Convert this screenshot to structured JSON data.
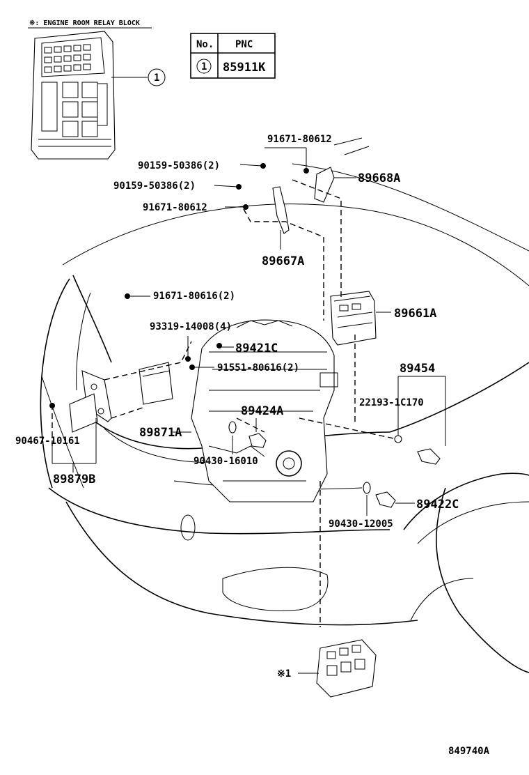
{
  "header_note": "※: ENGINE ROOM RELAY BLOCK",
  "table": {
    "col_no": "No.",
    "col_pnc": "PNC",
    "row_no": "1",
    "row_pnc": "85911K"
  },
  "callouts": {
    "relay_block_ref": "1",
    "relay_block_star": "※1",
    "p91671_80612_top": "91671-80612",
    "p90159_50386_a": "90159-50386(2)",
    "p90159_50386_b": "90159-50386(2)",
    "p91671_80612_left": "91671-80612",
    "p89668A": "89668A",
    "p89667A": "89667A",
    "p91671_80616": "91671-80616(2)",
    "p89661A": "89661A",
    "p93319_14008": "93319-14008(4)",
    "p89421C": "89421C",
    "p91551_80616": "91551-80616(2)",
    "p89454": "89454",
    "p22193_1C170": "22193-1C170",
    "p89424A": "89424A",
    "p89871A": "89871A",
    "p90467_10161": "90467-10161",
    "p90430_16010": "90430-16010",
    "p89879B": "89879B",
    "p89422C": "89422C",
    "p90430_12005": "90430-12005"
  },
  "figure_id": "849740A"
}
